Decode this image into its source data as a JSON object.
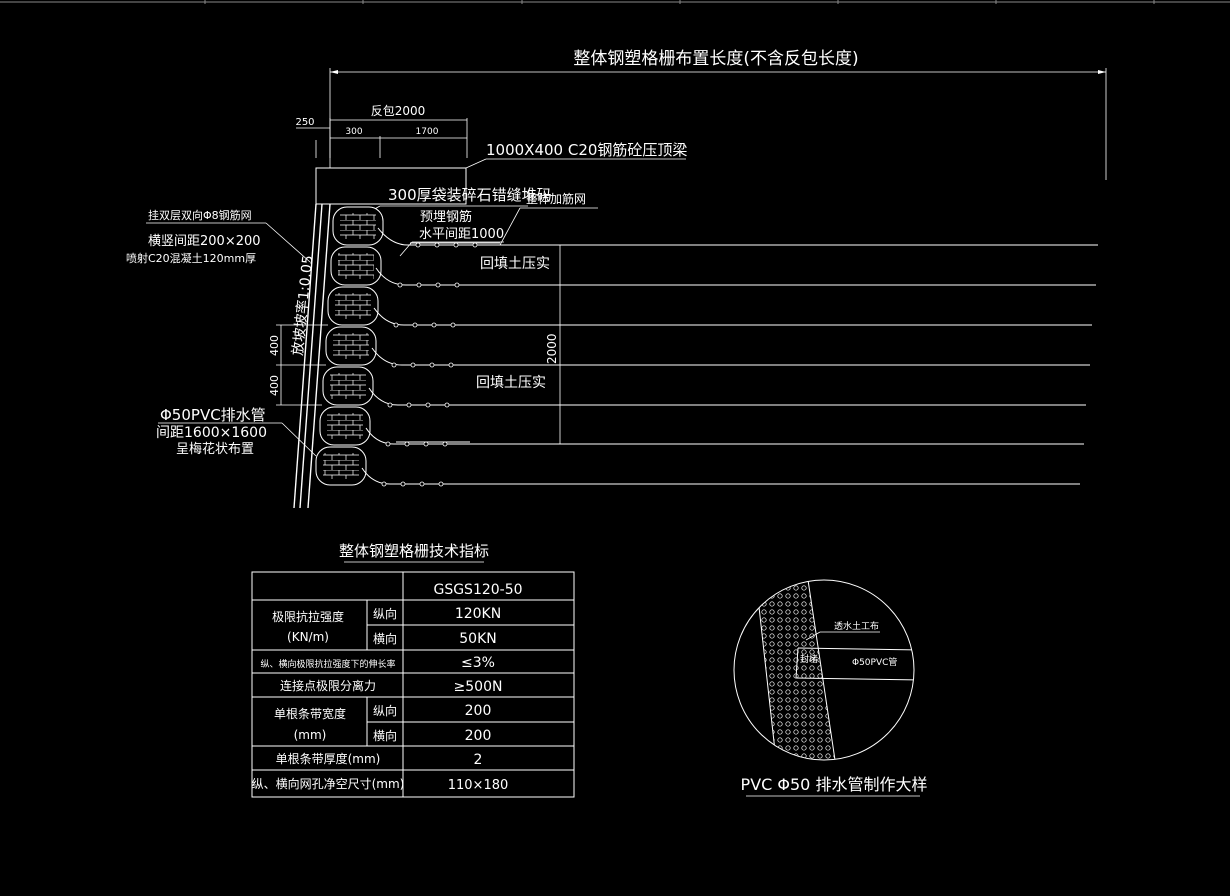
{
  "drawing": {
    "main_title": "整体钢塑格栅布置长度(不含反包长度)",
    "dims": {
      "wrap_total": "反包2000",
      "d250": "250",
      "d300": "300",
      "d1700": "1700",
      "d400_upper": "400",
      "d400_lower": "400",
      "d2000": "2000"
    },
    "labels": {
      "top_beam": "1000X400 C20钢筋砼压顶梁",
      "bag_layer": "300厚袋装碎石错缝堆码",
      "overall_mesh": "整体加筋网",
      "embedded_rebar_1": "预埋钢筋",
      "embedded_rebar_2": "水平间距1000",
      "double_mesh": "挂双层双向Φ8钢筋网",
      "mesh_spacing": "横竖间距200×200",
      "shotcrete": "喷射C20混凝土120mm厚",
      "slope_ratio": "放坡坡率1:0.05",
      "backfill_1": "回填土压实",
      "backfill_2": "回填土压实",
      "drain_pipe_1": "Φ50PVC排水管",
      "drain_pipe_2": "间距1600×1600",
      "drain_pipe_3": "呈梅花状布置"
    }
  },
  "spec_table": {
    "title": "整体钢塑格栅技术指标",
    "model": "GSGS120-50",
    "rows": {
      "tensile_label_1": "极限抗拉强度",
      "tensile_label_2": "(KN/m)",
      "long_dir_1": "纵向",
      "tensile_long": "120KN",
      "trans_dir_1": "横向",
      "tensile_trans": "50KN",
      "elong_label": "纵、横向极限抗拉强度下的伸长率",
      "elong_val": "≤3%",
      "peel_label": "连接点极限分离力",
      "peel_val": "≥500N",
      "width_label_1": "单根条带宽度",
      "width_label_2": "(mm)",
      "long_dir_2": "纵向",
      "width_long": "200",
      "trans_dir_2": "横向",
      "width_trans": "200",
      "thick_label": "单根条带厚度(mm)",
      "thick_val": "2",
      "aperture_label": "纵、横向网孔净空尺寸(mm)",
      "aperture_val": "110×180"
    }
  },
  "detail": {
    "geotextile": "透水土工布",
    "plug": "封堵",
    "pvc": "Φ50PVC管",
    "title": "PVC Φ50 排水管制作大样"
  }
}
